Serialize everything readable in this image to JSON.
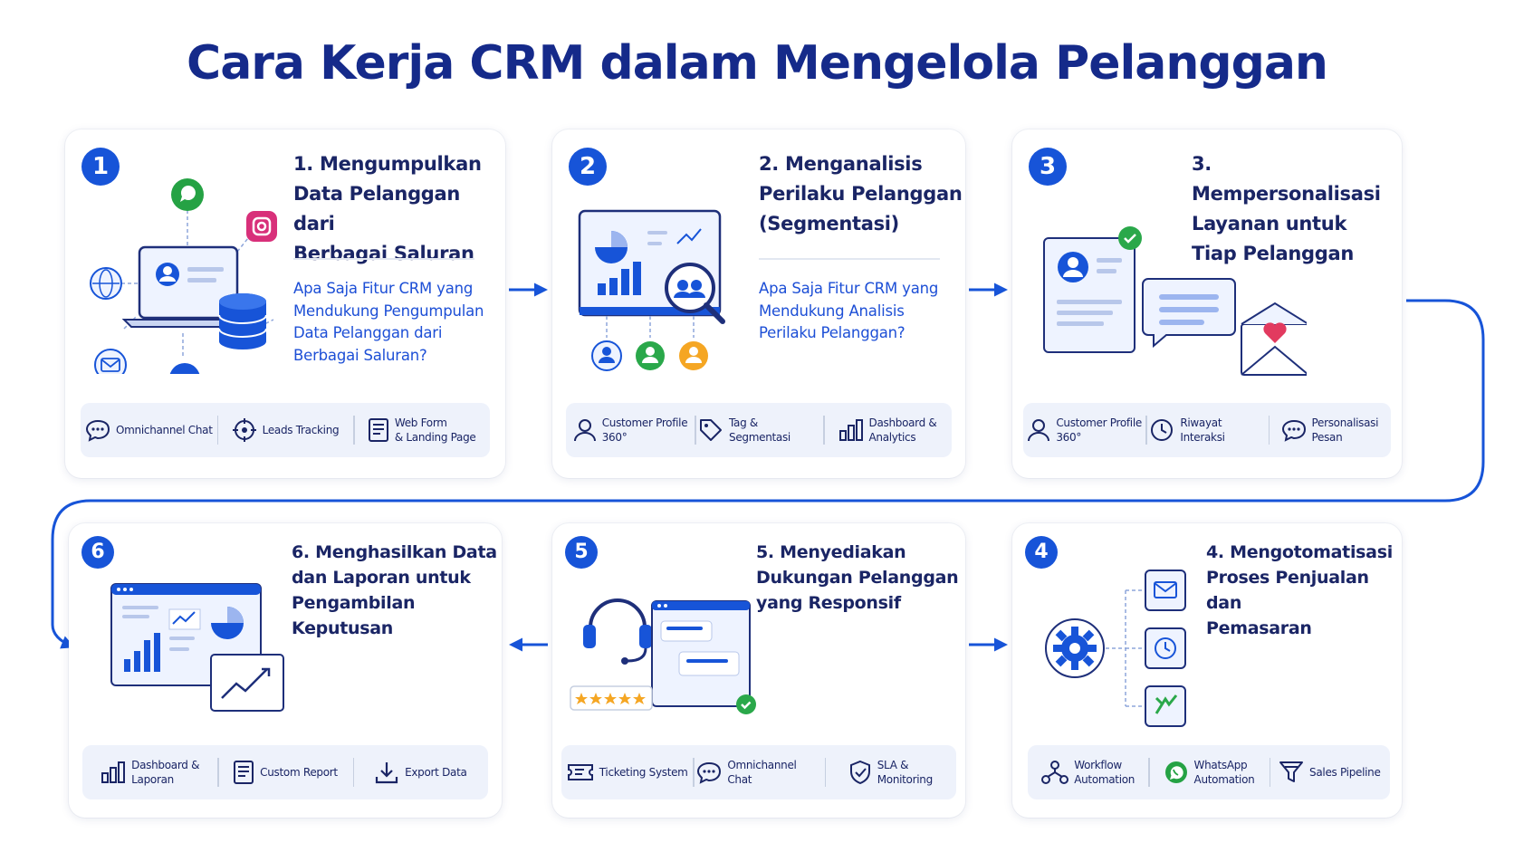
{
  "title": "Cara Kerja CRM dalam Mengelola Pelanggan",
  "colors": {
    "primary": "#1754d8",
    "title": "#152a8a",
    "text": "#1a2565",
    "panel": "#eef2fb"
  },
  "steps": [
    {
      "number": "1",
      "title": "1. Mengumpulkan\nData Pelanggan dari\nBerbagai Saluran",
      "question": "Apa Saja Fitur CRM yang\nMendukung Pengumpulan\nData Pelanggan dari\nBerbagai Saluran?",
      "features": [
        {
          "icon": "chat-bubble-icon",
          "label": "Omnichannel Chat"
        },
        {
          "icon": "crosshair-icon",
          "label": "Leads Tracking"
        },
        {
          "icon": "form-document-icon",
          "label": "Web Form\n& Landing Page"
        }
      ]
    },
    {
      "number": "2",
      "title": "2. Menganalisis\nPerilaku Pelanggan\n(Segmentasi)",
      "question": "Apa Saja Fitur CRM yang\nMendukung Analisis\nPerilaku Pelanggan?",
      "features": [
        {
          "icon": "user-profile-icon",
          "label": "Customer Profile\n360°"
        },
        {
          "icon": "tag-icon",
          "label": "Tag & Segmentasi"
        },
        {
          "icon": "bar-chart-icon",
          "label": "Dashboard &\nAnalytics"
        }
      ]
    },
    {
      "number": "3",
      "title": "3. Mempersonalisasi\nLayanan untuk\nTiap Pelanggan",
      "features": [
        {
          "icon": "user-profile-icon",
          "label": "Customer Profile\n360°"
        },
        {
          "icon": "clock-icon",
          "label": "Riwayat Interaksi"
        },
        {
          "icon": "chat-bubble-icon",
          "label": "Personalisasi\nPesan"
        }
      ]
    },
    {
      "number": "4",
      "title": "4. Mengotomatisasi\nProses Penjualan dan\nPemasaran",
      "features": [
        {
          "icon": "workflow-icon",
          "label": "Workflow\nAutomation"
        },
        {
          "icon": "whatsapp-icon",
          "label": "WhatsApp\nAutomation"
        },
        {
          "icon": "funnel-icon",
          "label": "Sales Pipeline"
        }
      ]
    },
    {
      "number": "5",
      "title": "5. Menyediakan\nDukungan Pelanggan\nyang Responsif",
      "features": [
        {
          "icon": "ticket-icon",
          "label": "Ticketing System"
        },
        {
          "icon": "chat-bubble-icon",
          "label": "Omnichannel Chat"
        },
        {
          "icon": "shield-check-icon",
          "label": "SLA &\nMonitoring"
        }
      ]
    },
    {
      "number": "6",
      "title": "6. Menghasilkan Data\ndan Laporan untuk\nPengambilan Keputusan",
      "features": [
        {
          "icon": "bar-chart-icon",
          "label": "Dashboard &\nLaporan"
        },
        {
          "icon": "report-document-icon",
          "label": "Custom Report"
        },
        {
          "icon": "download-icon",
          "label": "Export Data"
        }
      ]
    }
  ]
}
